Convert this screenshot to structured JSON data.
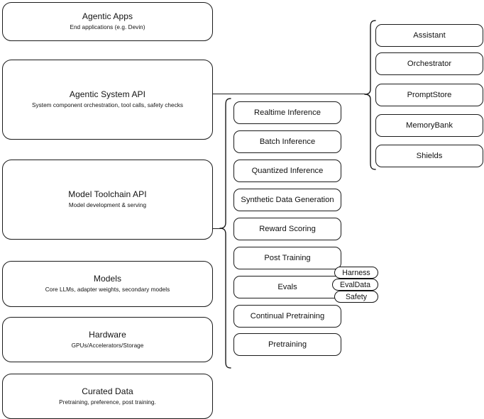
{
  "diagram": {
    "title": "AI stack layered architecture diagram",
    "stroke_color": "#1a1a1a",
    "background_color": "#ffffff",
    "layers": [
      {
        "name": "agentic-apps",
        "title": "Agentic Apps",
        "subtitle": "End applications (e.g. Devin)"
      },
      {
        "name": "agentic-system-api",
        "title": "Agentic System API",
        "subtitle": "System component orchestration, tool calls, safety checks"
      },
      {
        "name": "model-toolchain-api",
        "title": "Model Toolchain API",
        "subtitle": "Model development & serving"
      },
      {
        "name": "models",
        "title": "Models",
        "subtitle": "Core LLMs, adapter weights, secondary models"
      },
      {
        "name": "hardware",
        "title": "Hardware",
        "subtitle": "GPUs/Accelerators/Storage"
      },
      {
        "name": "curated-data",
        "title": "Curated Data",
        "subtitle": "Pretraining, preference, post training."
      }
    ],
    "toolchain_components": [
      {
        "name": "realtime-inference",
        "label": "Realtime Inference"
      },
      {
        "name": "batch-inference",
        "label": "Batch Inference"
      },
      {
        "name": "quantized-inference",
        "label": "Quantized Inference"
      },
      {
        "name": "synthetic-data-generation",
        "label": "Synthetic Data Generation"
      },
      {
        "name": "reward-scoring",
        "label": "Reward Scoring"
      },
      {
        "name": "post-training",
        "label": "Post Training"
      },
      {
        "name": "evals",
        "label": "Evals"
      },
      {
        "name": "continual-pretraining",
        "label": "Continual Pretraining"
      },
      {
        "name": "pretraining",
        "label": "Pretraining"
      }
    ],
    "agentic_components": [
      {
        "name": "assistant",
        "label": "Assistant"
      },
      {
        "name": "orchestrator",
        "label": "Orchestrator"
      },
      {
        "name": "promptstore",
        "label": "PromptStore"
      },
      {
        "name": "memorybank",
        "label": "MemoryBank"
      },
      {
        "name": "shields",
        "label": "Shields"
      }
    ],
    "evals_tags": [
      {
        "name": "harness",
        "label": "Harness"
      },
      {
        "name": "evaldata",
        "label": "EvalData"
      },
      {
        "name": "safety",
        "label": "Safety"
      }
    ]
  }
}
